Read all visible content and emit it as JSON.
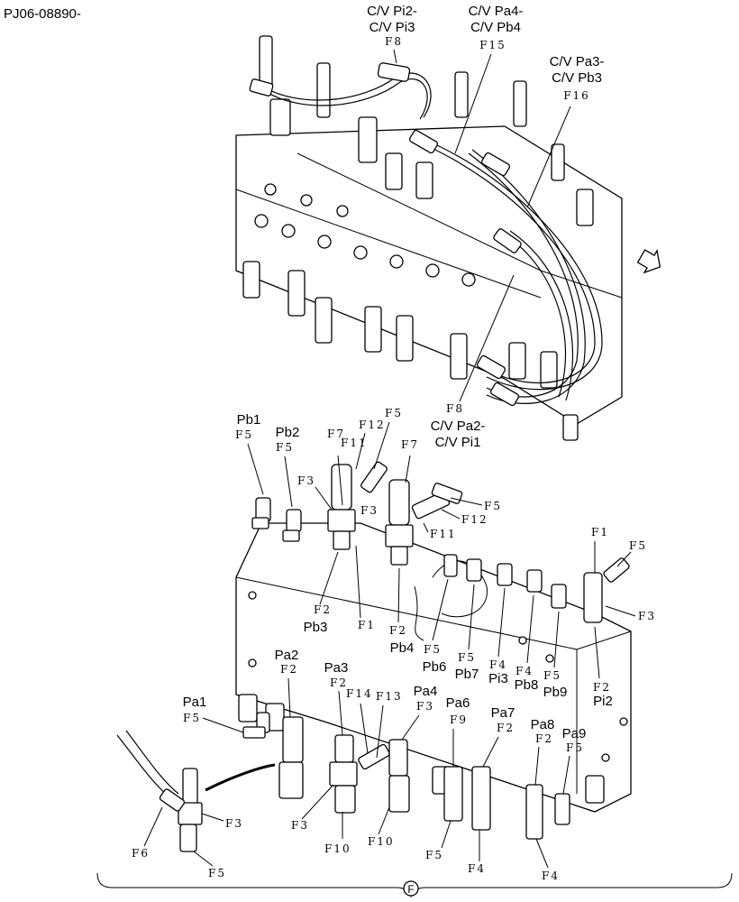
{
  "ref_id": "PJ06-08890-",
  "callout_symbol": "F",
  "upper_view": {
    "labels": [
      {
        "line1": "C/V Pi2-",
        "line2": "C/V Pi3",
        "code": "F8"
      },
      {
        "line1": "C/V Pa4-",
        "line2": "C/V Pb4",
        "code": "F15"
      },
      {
        "line1": "C/V Pa3-",
        "line2": "C/V Pb3",
        "code": "F16"
      },
      {
        "line1": "C/V Pa2-",
        "line2": "C/V Pi1",
        "code": "F8"
      }
    ]
  },
  "lower_view": {
    "ports_top": [
      {
        "port": "Pb1",
        "code": "F5"
      },
      {
        "port": "Pb2",
        "code": "F5"
      }
    ],
    "ports_bottom": [
      {
        "port": "Pb3",
        "code": "F2"
      },
      {
        "port": "Pb4",
        "code": "F2"
      },
      {
        "port": "Pb6",
        "code": "F5"
      },
      {
        "port": "Pb7",
        "code": "F5"
      },
      {
        "port": "Pi3",
        "code": "F4"
      },
      {
        "port": "Pb8",
        "code": "F4"
      },
      {
        "port": "Pb9",
        "code": "F5"
      },
      {
        "port": "Pi2",
        "code": "F2"
      }
    ],
    "ports_a": [
      {
        "port": "Pa1",
        "code": "F5"
      },
      {
        "port": "Pa2",
        "code": "F2"
      },
      {
        "port": "Pa3",
        "code": "F2"
      },
      {
        "port": "Pa4",
        "code": "F3"
      },
      {
        "port": "Pa6",
        "code": "F9"
      },
      {
        "port": "Pa7",
        "code": "F2"
      },
      {
        "port": "Pa8",
        "code": "F2"
      },
      {
        "port": "Pa9",
        "code": "F5"
      }
    ],
    "fittings": [
      "F7",
      "F12",
      "F5",
      "F11",
      "F7",
      "F3",
      "F3",
      "F1",
      "F5",
      "F12",
      "F11",
      "F1",
      "F5",
      "F3",
      "F14",
      "F13",
      "F3",
      "F10",
      "F10",
      "F5",
      "F4",
      "F4",
      "F6",
      "F3",
      "F5"
    ]
  }
}
